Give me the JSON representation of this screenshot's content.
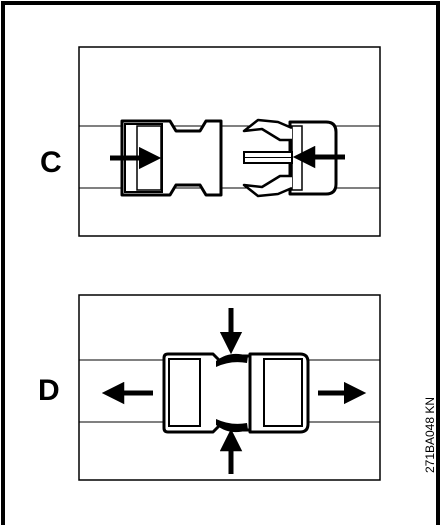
{
  "panels": [
    {
      "label": "C"
    },
    {
      "label": "D"
    }
  ],
  "reference_code": "271BA048 KN",
  "colors": {
    "line": "#000000",
    "background": "#ffffff"
  }
}
